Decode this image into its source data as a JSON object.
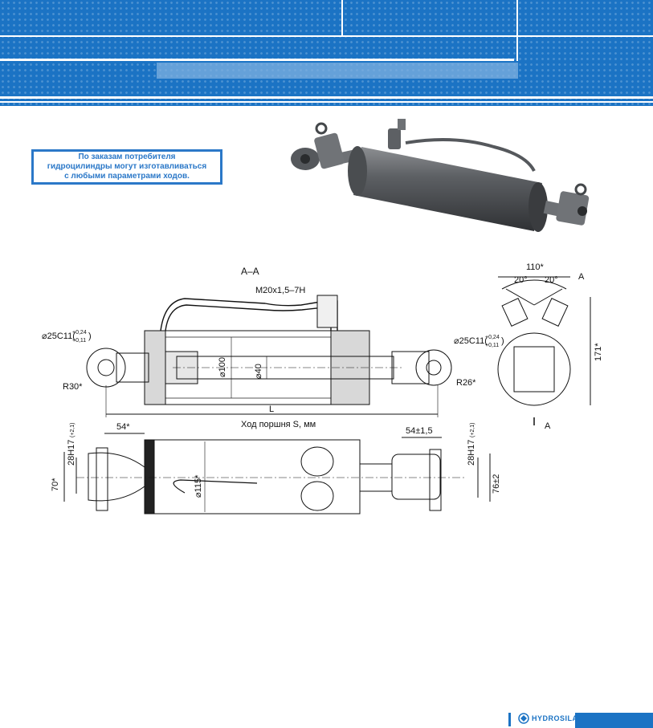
{
  "notice": {
    "line1": "По заказам потребителя",
    "line2": "гидроцилиндры могут изготавливаться",
    "line3": "с любыми параметрами ходов."
  },
  "drawing": {
    "section_label": "А–А",
    "thread": "M20x1,5–7H",
    "pin_left": "⌀25С11(",
    "pin_right": "⌀25С11(",
    "tol_plus": "+0,24",
    "tol_minus": "+0,11",
    "paren_close": ")",
    "r_left": "R30*",
    "r_right": "R26*",
    "bore": "⌀100",
    "rod": "⌀40",
    "length": "L",
    "stroke": "Ход поршня S, мм",
    "dim_54": "54*",
    "dim_54tol": "54±1,5",
    "slot_h17": "28H17",
    "slot_h17_tol": "(+2,1)",
    "dim_70": "70*",
    "outer_dia": "⌀115*",
    "dim_76": "76±2",
    "dim_110": "110*",
    "angle1": "20°",
    "angle2": "20°",
    "section_a": "А",
    "dim_171": "171*"
  },
  "footer": {
    "brand": "HYDROSILA"
  }
}
